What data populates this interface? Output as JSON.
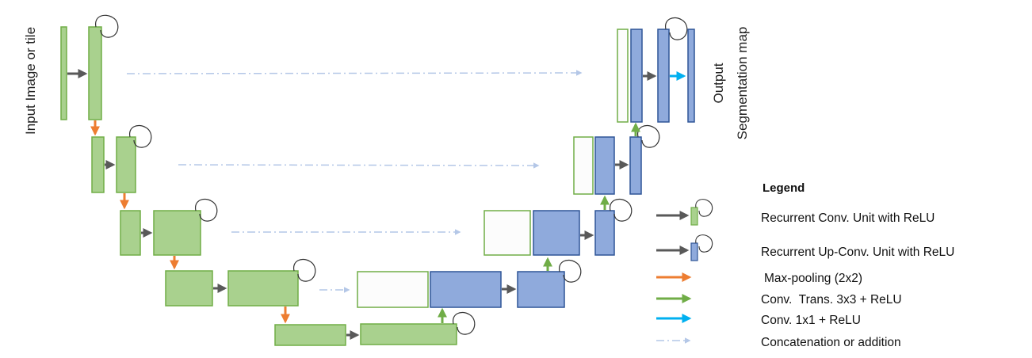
{
  "labels": {
    "input": "Input Image or tile",
    "output_line1": "Output",
    "output_line2": "Segmentation map"
  },
  "legend": {
    "title": "Legend",
    "items": [
      {
        "key": "recurrent_conv",
        "label": "Recurrent Conv. Unit with ReLU",
        "symbol": "rcu-green"
      },
      {
        "key": "recurrent_upconv",
        "label": "Recurrent Up-Conv. Unit with ReLU",
        "symbol": "rcu-blue"
      },
      {
        "key": "maxpool",
        "label": "Max-pooling (2x2)",
        "symbol": "arrow-orange"
      },
      {
        "key": "conv_trans",
        "label": "Conv.  Trans. 3x3 + ReLU",
        "symbol": "arrow-green"
      },
      {
        "key": "conv1x1",
        "label": "Conv. 1x1 + ReLU",
        "symbol": "arrow-cyan"
      },
      {
        "key": "concat",
        "label": "Concatenation or addition",
        "symbol": "arrow-dashdot"
      }
    ]
  },
  "colors": {
    "green_fill": "#a9d18e",
    "green_stroke": "#70ad47",
    "blue_fill": "#8faadc",
    "blue_stroke": "#2f5597",
    "recurrent_arrow": "#595959",
    "maxpool_arrow": "#ed7d31",
    "upconv_arrow": "#70ad47",
    "conv1x1_arrow": "#00b0f0",
    "concat_arrow": "#b4c7e7"
  }
}
